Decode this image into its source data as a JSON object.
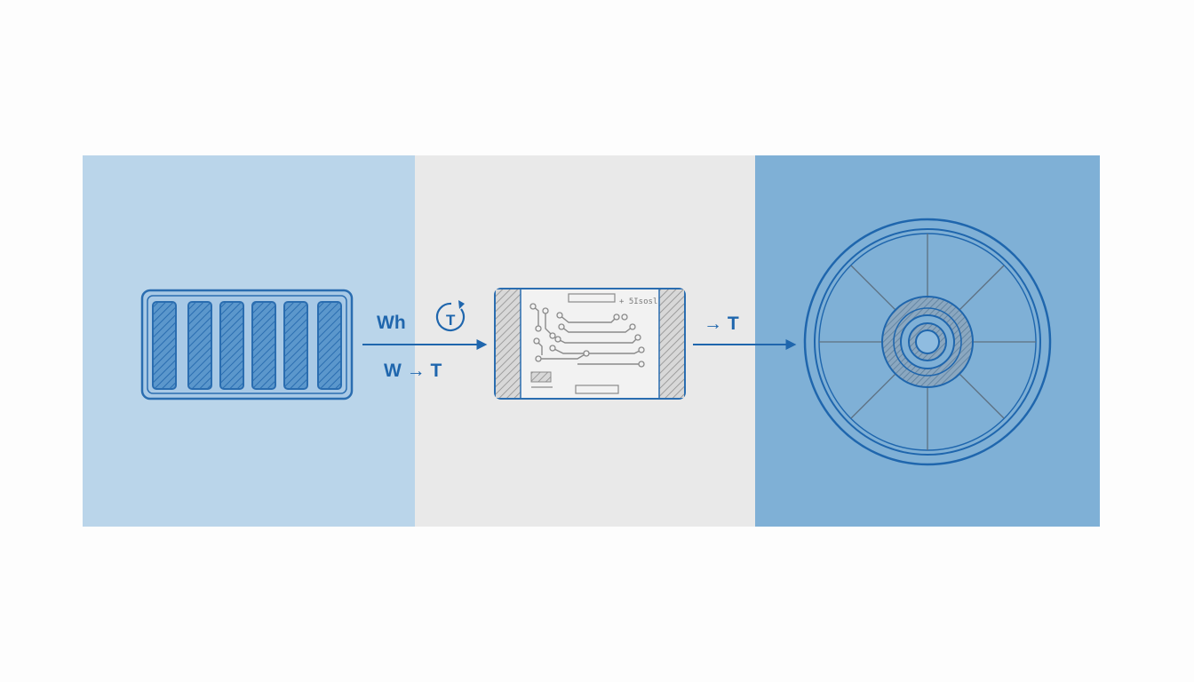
{
  "colors": {
    "page_bg": "#fdfdfd",
    "panel_left": "#bad5ea",
    "panel_middle": "#e9e9e9",
    "panel_right": "#7fb0d6",
    "accent": "#1f66ad",
    "circuit_line": "#8a8a8a",
    "hatch": "#9a9a9a"
  },
  "labels": {
    "energy_unit": "Wh",
    "conversion": "W → T",
    "torque_output": "→ T",
    "pcb_marking": "+ 5Isosl"
  },
  "icons": {
    "battery": "battery-icon",
    "timer": "timer-icon",
    "controller": "circuit-board-icon",
    "motor": "wheel-motor-icon"
  }
}
